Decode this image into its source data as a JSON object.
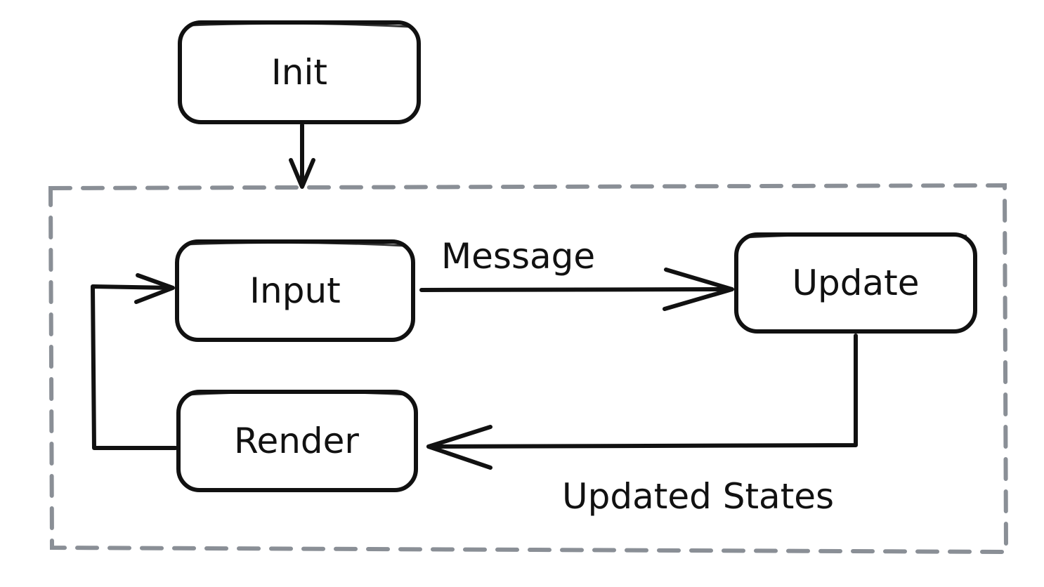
{
  "diagram": {
    "nodes": {
      "init": "Init",
      "input": "Input",
      "update": "Update",
      "render": "Render"
    },
    "edges": {
      "message": "Message",
      "updated_states": "Updated States"
    }
  }
}
